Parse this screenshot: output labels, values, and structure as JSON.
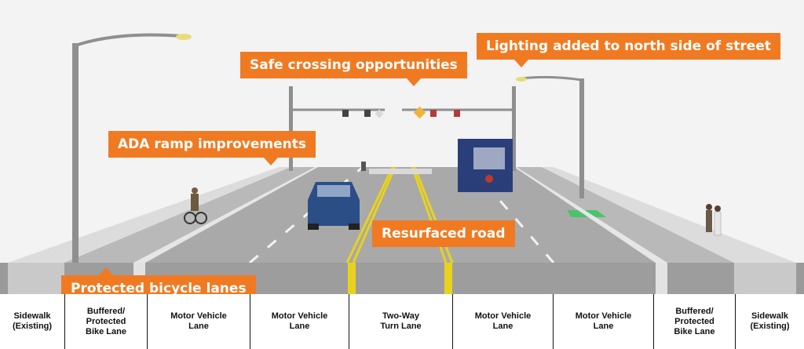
{
  "callouts": {
    "lighting": "Lighting added to north side of street",
    "crossing": "Safe crossing opportunities",
    "ada": "ADA ramp improvements",
    "resurfaced": "Resurfaced road",
    "bike_lanes": "Protected bicycle lanes"
  },
  "lanes": [
    {
      "label": "Sidewalk\n(Existing)"
    },
    {
      "label": "Buffered/\nProtected\nBike Lane"
    },
    {
      "label": "Motor Vehicle\nLane"
    },
    {
      "label": "Motor Vehicle\nLane"
    },
    {
      "label": "Two-Way\nTurn Lane"
    },
    {
      "label": "Motor Vehicle\nLane"
    },
    {
      "label": "Motor Vehicle\nLane"
    },
    {
      "label": "Buffered/\nProtected\nBike Lane"
    },
    {
      "label": "Sidewalk\n(Existing)"
    }
  ],
  "colors": {
    "accent": "#f07a22",
    "road": "#a9a9a9",
    "yellow_line": "#e8d21e",
    "bike_box": "#4cc36b",
    "bus": "#2a3f7a"
  }
}
